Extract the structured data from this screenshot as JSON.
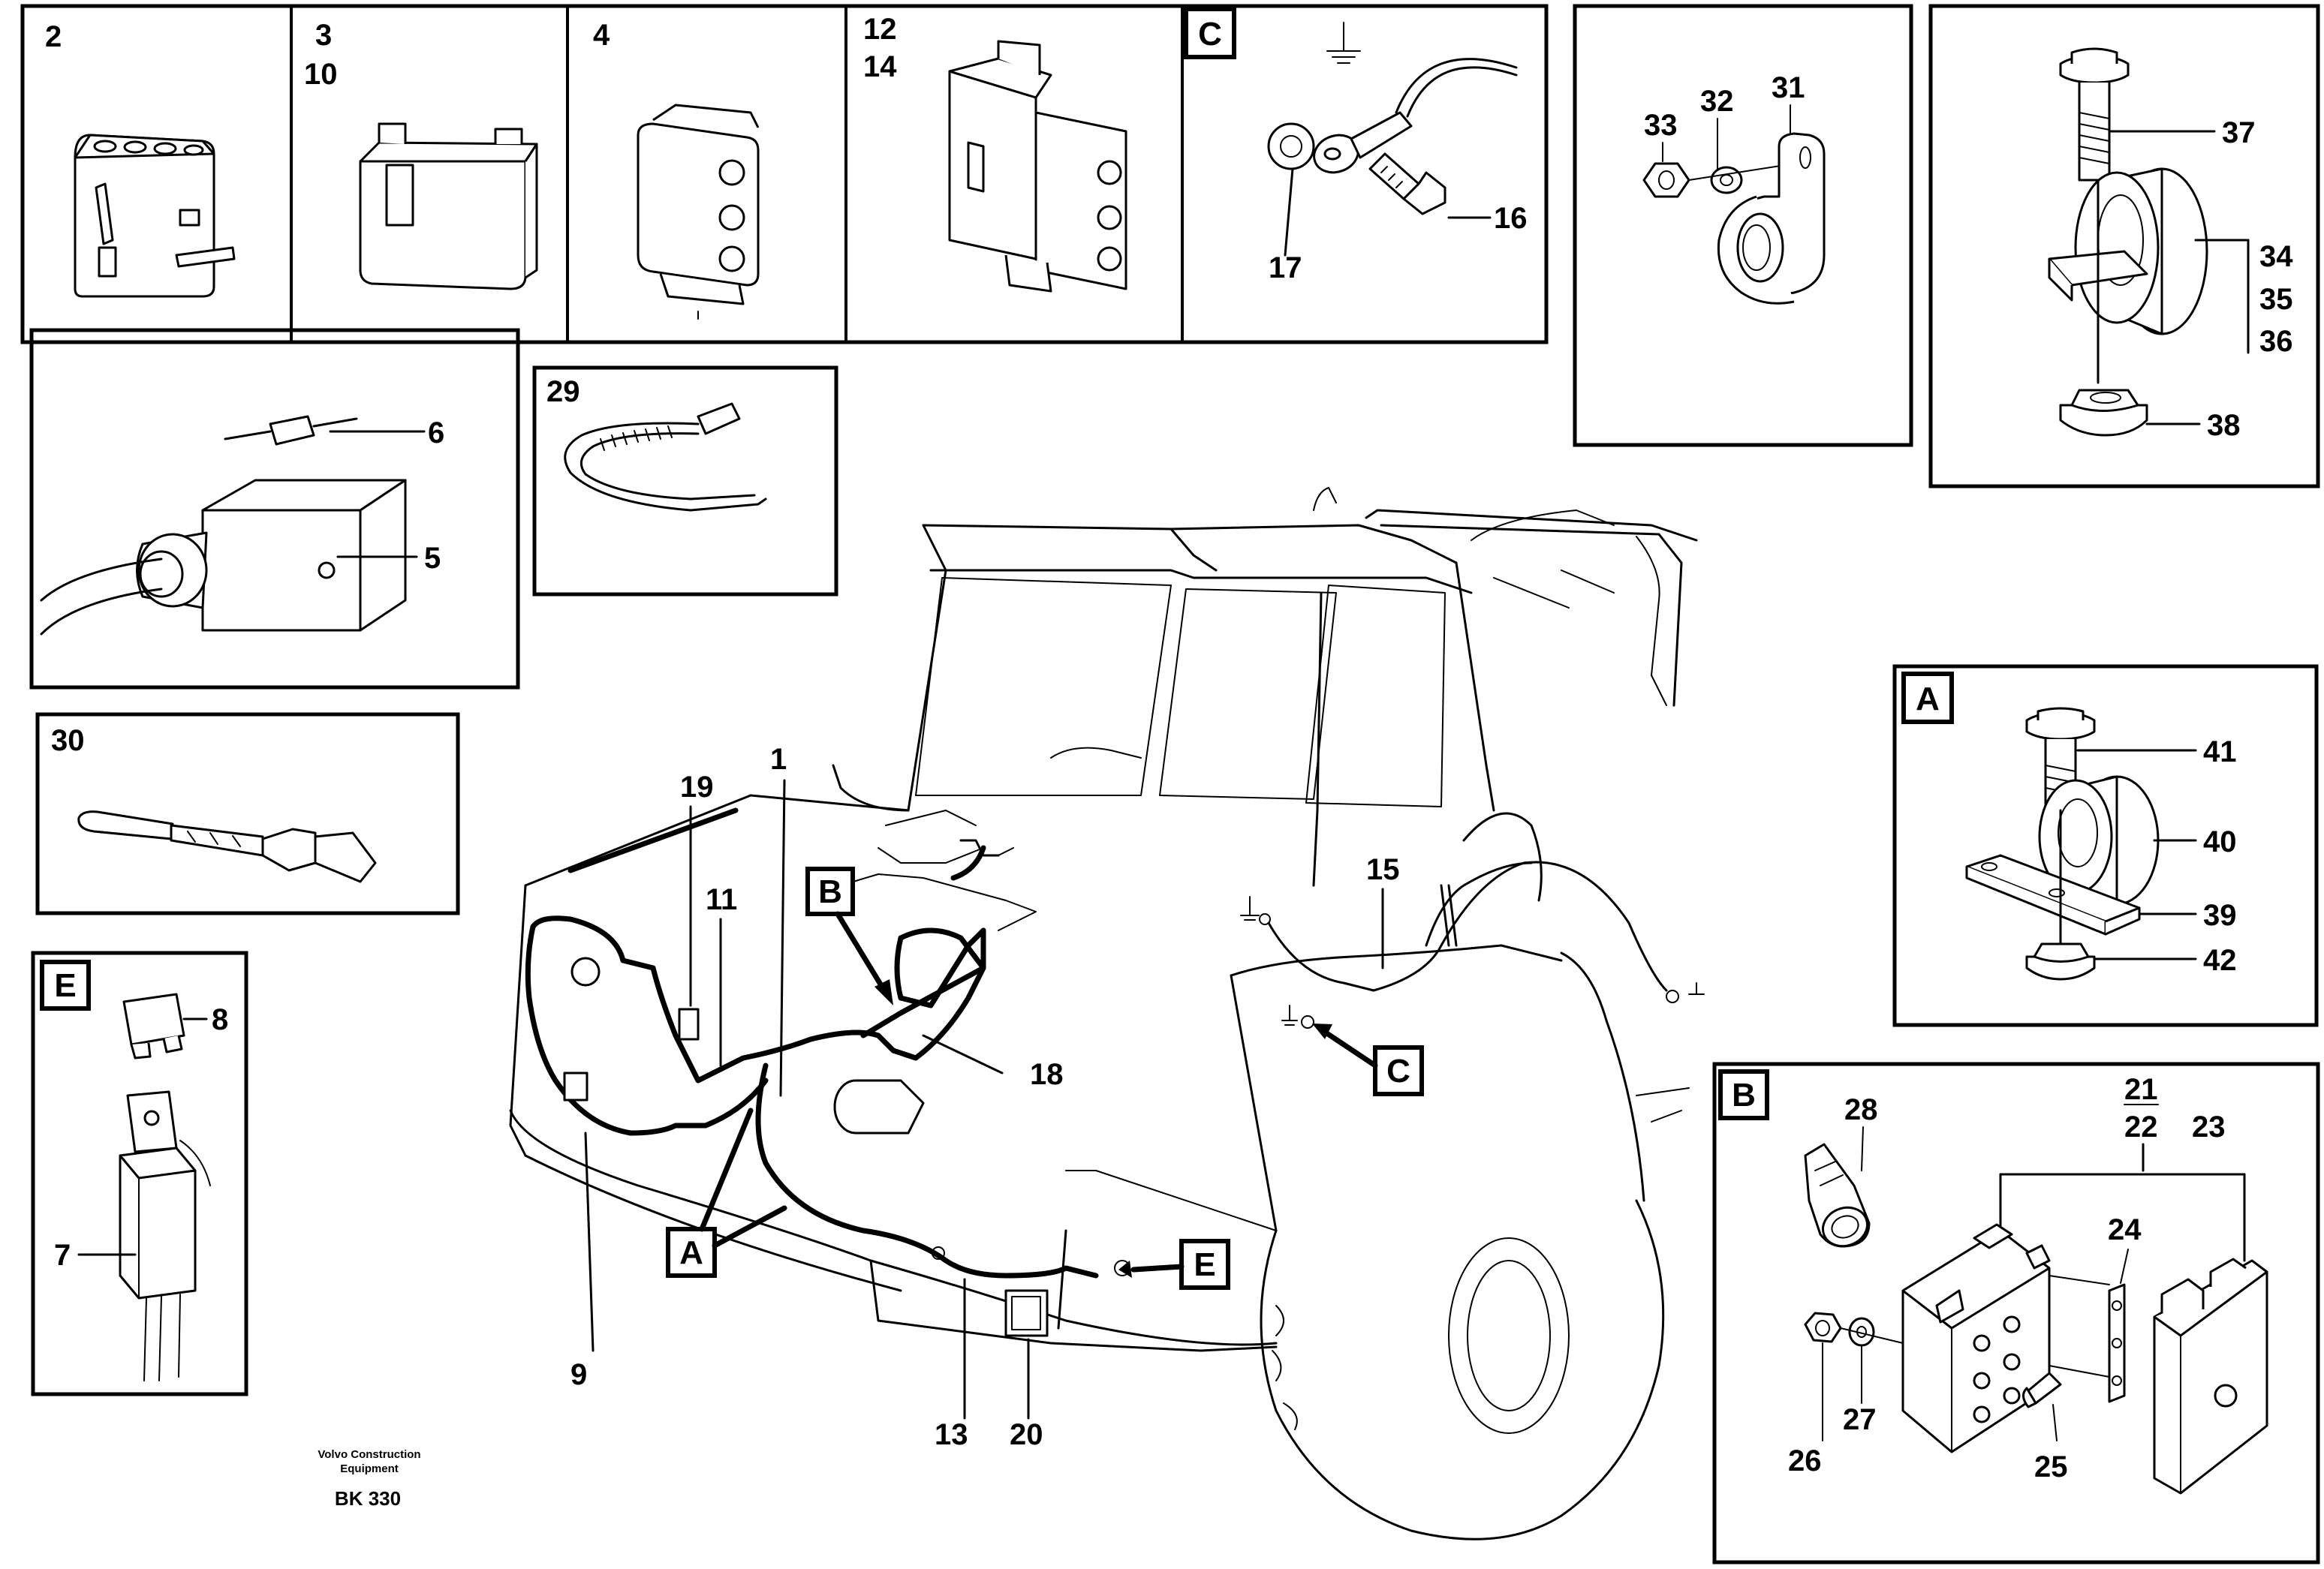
{
  "diagram": {
    "footer": {
      "company_line1": "Volvo Construction",
      "company_line2": "Equipment",
      "code": "BK 330"
    },
    "panels": {
      "p2": {
        "nums": [
          "2"
        ]
      },
      "p3": {
        "nums": [
          "3",
          "10"
        ]
      },
      "p4": {
        "nums": [
          "4"
        ]
      },
      "p12": {
        "nums": [
          "12",
          "14"
        ]
      },
      "pC": {
        "letter": "C",
        "nums": [
          "16",
          "17"
        ]
      },
      "pClamp": {
        "nums": [
          "31",
          "32",
          "33"
        ]
      },
      "pClamp2": {
        "nums": [
          "37",
          "34",
          "35",
          "36",
          "38"
        ]
      },
      "pValve": {
        "nums": [
          "6",
          "5"
        ]
      },
      "p29": {
        "nums": [
          "29"
        ]
      },
      "p30": {
        "nums": [
          "30"
        ]
      },
      "pE": {
        "letter": "E",
        "nums": [
          "8",
          "7"
        ]
      },
      "pA": {
        "letter": "A",
        "nums": [
          "41",
          "40",
          "39",
          "42"
        ]
      },
      "pB": {
        "letter": "B",
        "nums": [
          "28",
          "21",
          "22",
          "23",
          "24",
          "26",
          "27",
          "25"
        ]
      }
    },
    "main": {
      "nums": [
        "1",
        "19",
        "11",
        "15",
        "18",
        "9",
        "13",
        "20"
      ],
      "callouts": [
        "B",
        "C",
        "A",
        "E"
      ]
    }
  }
}
